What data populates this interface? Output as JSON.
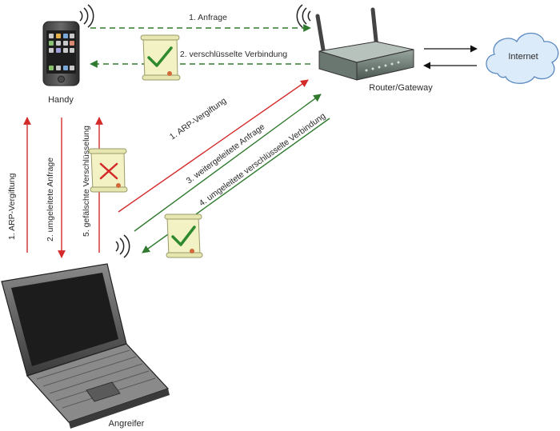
{
  "nodes": {
    "handy": "Handy",
    "router": "Router/Gateway",
    "internet": "Internet",
    "angreifer": "Angreifer"
  },
  "edges": {
    "anfrage": "1. Anfrage",
    "verschluesselte_verbindung": "2. verschlüsselte Verbindung",
    "arp_vergiftung_router": "1. ARP-Vergiftung",
    "weitergeleitete_anfrage": "3. weitergeleitete Anfrage",
    "umgeleitete_verschluesselte_verbindung": "4. umgeleitete verschlüsselte Verbindung",
    "arp_vergiftung_handy": "1. ARP-Vergiftung",
    "umgeleitete_anfrage": "2. umgeleitete Anfrage",
    "gefaelschte_verschluesselung": "5. gefälschte Verschlüsselung"
  },
  "colors": {
    "green": "#2f7a2f",
    "red": "#d42a2a",
    "black": "#111111",
    "cloud": "#dcebfa",
    "cloud_stroke": "#5a88c0",
    "certificate": "#f2f2c4"
  },
  "icons": [
    "smartphone-icon",
    "wireless-router-icon",
    "cloud-icon",
    "laptop-icon",
    "valid-certificate-icon",
    "forged-certificate-icon",
    "wifi-signal-icon"
  ]
}
